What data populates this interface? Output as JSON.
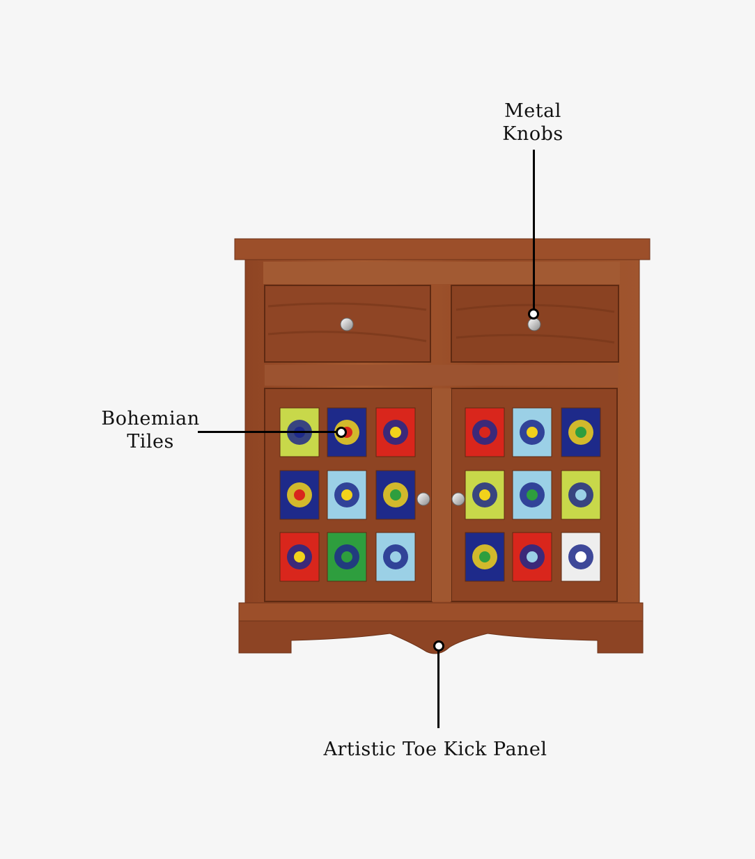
{
  "callouts": {
    "metal_knobs": {
      "line1": "Metal",
      "line2": "Knobs"
    },
    "bohemian_tiles": {
      "line1": "Bohemian",
      "line2": "Tiles"
    },
    "toe_kick": {
      "text": "Artistic Toe Kick Panel"
    }
  },
  "colors": {
    "background": "#f6f6f6",
    "wood": "#a0522d",
    "wood_dark": "#7a3d1f",
    "knob": "#d9d9d9",
    "tile_palette": [
      "#1e2a8a",
      "#d9261c",
      "#f2d21b",
      "#2e9e3e",
      "#9bd0e6",
      "#ffffff"
    ]
  }
}
